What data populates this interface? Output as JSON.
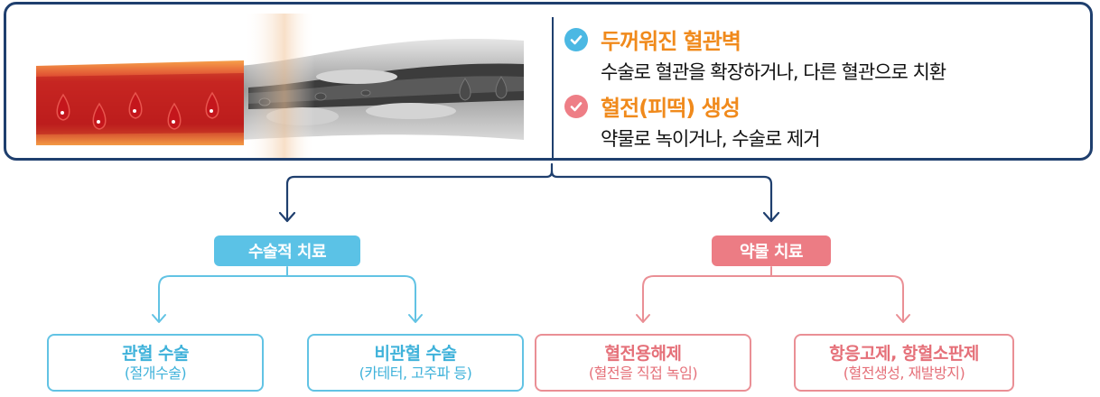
{
  "info": [
    {
      "title": "두꺼워진 혈관벽",
      "desc": "수술로 혈관을 확장하거나, 다른 혈관으로 치환",
      "check_color": "#4bb8e3"
    },
    {
      "title": "혈전(피떡) 생성",
      "desc": "약물로 녹이거나, 수술로 제거",
      "check_color": "#ee7e86"
    }
  ],
  "colors": {
    "navy": "#1f3f6e",
    "orange": "#f08a1c",
    "blue": "#5bc2e6",
    "red": "#ec7c84"
  },
  "branches": {
    "surgical": {
      "label": "수술적 치료",
      "boxes": [
        {
          "title": "관혈 수술",
          "sub": "(절개수술)"
        },
        {
          "title": "비관혈 수술",
          "sub": "(카테터, 고주파 등)"
        }
      ]
    },
    "drug": {
      "label": "약물 치료",
      "boxes": [
        {
          "title": "혈전용해제",
          "sub": "(혈전을 직접 녹임)"
        },
        {
          "title": "항응고제, 항혈소판제",
          "sub": "(혈전생성, 재발방지)"
        }
      ]
    }
  }
}
